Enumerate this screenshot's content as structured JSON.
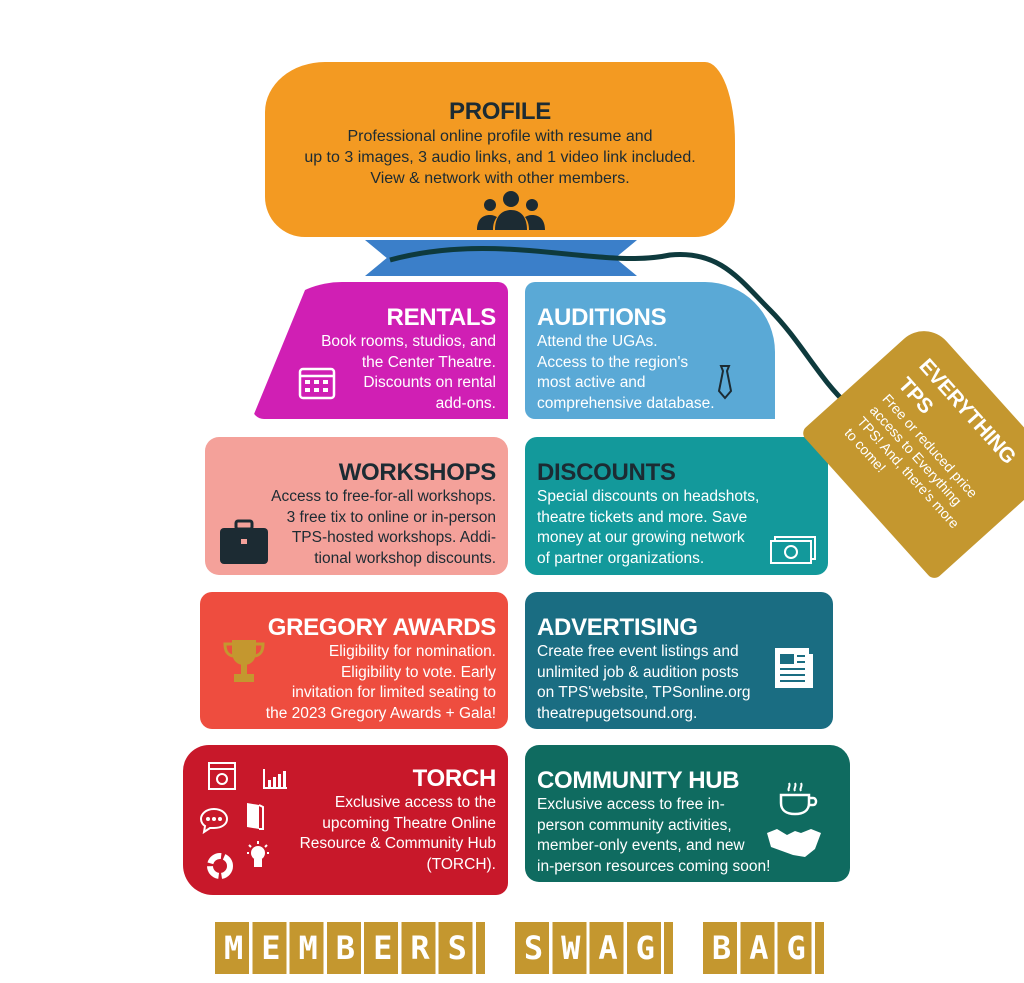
{
  "profile": {
    "title": "PROFILE",
    "lines": [
      "Professional online profile with resume and",
      "up to 3 images, 3 audio links, and 1 video link included.",
      "View & network with other members."
    ]
  },
  "rentals": {
    "title": "RENTALS",
    "lines": [
      "Book rooms, studios, and",
      "the Center Theatre.",
      "Discounts on rental",
      "add-ons."
    ]
  },
  "auditions": {
    "title": "AUDITIONS",
    "lines": [
      "Attend the UGAs.",
      "Access to the region's",
      "most active and",
      "comprehensive database."
    ]
  },
  "workshops": {
    "title": "WORKSHOPS",
    "lines": [
      "Access to free-for-all workshops.",
      "3 free tix to online or in-person",
      "TPS-hosted workshops. Addi-",
      "tional workshop discounts."
    ]
  },
  "discounts": {
    "title": "DISCOUNTS",
    "lines": [
      "Special discounts on headshots,",
      "theatre tickets and more. Save",
      "money at our growing network",
      "of partner organizations."
    ]
  },
  "gregory": {
    "title": "GREGORY AWARDS",
    "lines": [
      "Eligibility for nomination.",
      "Eligibility to vote. Early",
      "invitation for limited seating to",
      "the 2023 Gregory Awards + Gala!"
    ]
  },
  "advertising": {
    "title": "ADVERTISING",
    "lines": [
      "Create free event listings and",
      "unlimited job & audition posts",
      "on TPS'website, TPSonline.org",
      "theatrepugetsound.org."
    ]
  },
  "torch": {
    "title": "TORCH",
    "lines": [
      "Exclusive access to the",
      "upcoming Theatre Online",
      "Resource & Community Hub",
      "(TORCH)."
    ]
  },
  "community": {
    "title": "COMMUNITY HUB",
    "lines": [
      "Exclusive access to free in-",
      "person community activities,",
      "member-only events, and new",
      "in-person resources coming soon!"
    ]
  },
  "tag": {
    "title": "EVERYTHING TPS",
    "lines": [
      "Free or reduced price",
      "access to Everything",
      "TPS! And, there's more",
      "to come!"
    ]
  },
  "banner": {
    "words": [
      "MEMBERS",
      "SWAG",
      "BAG"
    ]
  },
  "colors": {
    "profile": "#f39a22",
    "rentals": "#d01fb4",
    "auditions": "#5aa9d6",
    "workshops": "#f4a19a",
    "discounts": "#13999b",
    "gregory": "#ee4d3f",
    "advertising": "#1a6d82",
    "torch": "#c8182a",
    "community": "#0f6b60",
    "gold": "#c4972f"
  }
}
